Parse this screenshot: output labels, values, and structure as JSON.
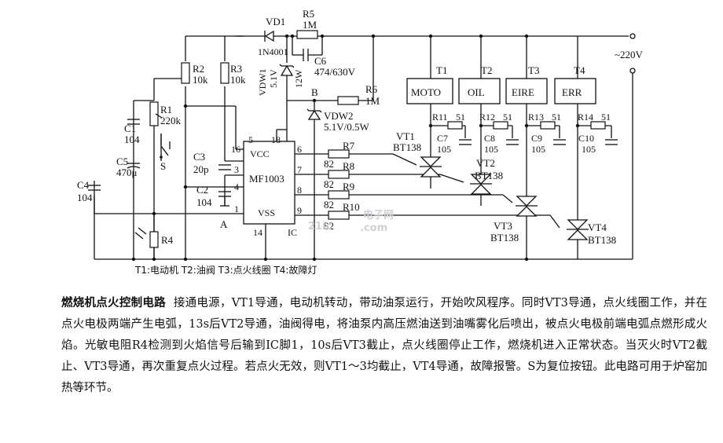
{
  "labels": {
    "vd1": "VD1",
    "in4001": "1N4001",
    "r5": "R5",
    "r5v": "1M",
    "c6": "C6",
    "c6v": "474/630V",
    "vdw1": "VDW1",
    "vdw1v": "5.1V",
    "vdw1w": "12W",
    "b": "B",
    "r6": "R6",
    "r6v": "1M",
    "vdw2": "VDW2",
    "vdw2v": "5.1V/0.5W",
    "r1": "R1",
    "r1v": "220k",
    "c1": "C1",
    "c1v": "104",
    "r2": "R2",
    "r2v": "10k",
    "r3": "R3",
    "r3v": "10k",
    "c5": "C5",
    "c5v": "470μ",
    "s": "S",
    "c3": "C3",
    "c3v": "20p",
    "c4": "C4",
    "c4v": "104",
    "c2": "C2",
    "c2v": "104",
    "r4": "R4",
    "a": "A",
    "ic": "MF1003",
    "vcc": "VCC",
    "vss": "VSS",
    "icpin": "IC",
    "p1": "1",
    "p3": "3",
    "p4": "4",
    "p5": "5",
    "p6": "6",
    "p7": "7",
    "p8": "8",
    "p9": "9",
    "p14": "14",
    "p16": "16",
    "p18": "18",
    "r7": "R7",
    "r8": "R8",
    "r9": "R9",
    "r10": "R10",
    "r8v": "82",
    "r9v": "82",
    "r10v": "82",
    "r11v": "82",
    "t1": "T1",
    "t2": "T2",
    "t3": "T3",
    "t4": "T4",
    "moto": "MOTO",
    "oil": "OIL",
    "eire": "EIRE",
    "err": "ERR",
    "ac": "~220V",
    "r11": "R11",
    "r12": "R12",
    "r13": "R13",
    "r14": "R14",
    "r51a": "51",
    "r51b": "51",
    "r51c": "51",
    "r51d": "51",
    "c7": "C7",
    "c8": "C8",
    "c9": "C9",
    "c10": "C10",
    "c105a": "105",
    "c105b": "105",
    "c105c": "105",
    "c105d": "105",
    "vt1": "VT1",
    "vt2": "VT2",
    "vt3": "VT3",
    "vt4": "VT4",
    "bt1": "BT138",
    "bt2": "BT138",
    "bt3": "BT138",
    "bt4": "BT138",
    "legend": "T1:电动机 T2:油阀 T3:点火线圈 T4:故障灯",
    "watermark1": "21ic",
    "watermark2": "电子网",
    "watermark3": ".com"
  },
  "description": {
    "title": "燃烧机点火控制电路",
    "body": "接通电源，VT1导通，电动机转动，带动油泵运行，开始吹风程序。同时VT3导通，点火线圈工作，并在点火电极两端产生电弧，13s后VT2导通，油阀得电，将油泵内高压燃油送到油嘴雾化后喷出，被点火电极前端电弧点燃形成火焰。光敏电阻R4检测到火焰信号后输到IC脚1，10s后VT3截止，点火线圈停止工作，燃烧机进入正常状态。当灭火时VT2截止、VT3导通，再次重复点火过程。若点火无效，则VT1～3均截止，VT4导通，故障报警。S为复位按钮。此电路可用于炉窑加热等环节。"
  }
}
